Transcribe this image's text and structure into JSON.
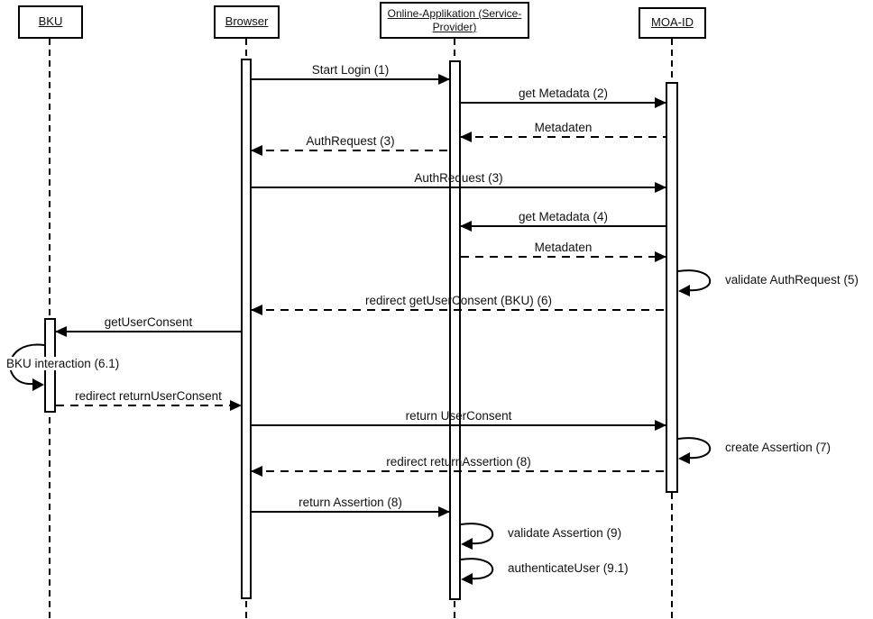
{
  "diagram": {
    "type": "uml-sequence-diagram",
    "background_color": "#ffffff",
    "line_color": "#000000",
    "actors": [
      {
        "id": "bku",
        "label": "BKU"
      },
      {
        "id": "browser",
        "label": "Browser"
      },
      {
        "id": "online-applikation",
        "label": "Online-Applikation (Service-Provider)"
      },
      {
        "id": "moa-id",
        "label": "MOA-ID"
      }
    ],
    "messages": [
      {
        "label": "Start Login (1)",
        "from": "Browser",
        "to": "Online-Applikation (Service-Provider)",
        "line": "solid"
      },
      {
        "label": "get Metadata (2)",
        "from": "Online-Applikation (Service-Provider)",
        "to": "MOA-ID",
        "line": "solid"
      },
      {
        "label": "Metadaten",
        "from": "MOA-ID",
        "to": "Online-Applikation (Service-Provider)",
        "line": "dashed"
      },
      {
        "label": "AuthRequest (3)",
        "from": "Online-Applikation (Service-Provider)",
        "to": "Browser",
        "line": "dashed"
      },
      {
        "label": "AuthRequest (3)",
        "from": "Browser",
        "to": "MOA-ID",
        "line": "solid"
      },
      {
        "label": "get Metadata (4)",
        "from": "MOA-ID",
        "to": "Online-Applikation (Service-Provider)",
        "line": "solid"
      },
      {
        "label": "Metadaten",
        "from": "Online-Applikation (Service-Provider)",
        "to": "MOA-ID",
        "line": "dashed"
      },
      {
        "label": "validate AuthRequest (5)",
        "from": "MOA-ID",
        "to": "MOA-ID",
        "line": "self"
      },
      {
        "label": "redirect getUserConsent (BKU) (6)",
        "from": "MOA-ID",
        "to": "Browser",
        "line": "dashed"
      },
      {
        "label": "getUserConsent",
        "from": "Browser",
        "to": "BKU",
        "line": "solid"
      },
      {
        "label": "BKU interaction (6.1)",
        "from": "BKU",
        "to": "BKU",
        "line": "self"
      },
      {
        "label": "redirect returnUserConsent",
        "from": "BKU",
        "to": "Browser",
        "line": "dashed"
      },
      {
        "label": "return UserConsent",
        "from": "Browser",
        "to": "MOA-ID",
        "line": "solid"
      },
      {
        "label": "create Assertion (7)",
        "from": "MOA-ID",
        "to": "MOA-ID",
        "line": "self"
      },
      {
        "label": "redirect returnAssertion (8)",
        "from": "MOA-ID",
        "to": "Browser",
        "line": "dashed"
      },
      {
        "label": "return Assertion (8)",
        "from": "Browser",
        "to": "Online-Applikation (Service-Provider)",
        "line": "solid"
      },
      {
        "label": "validate Assertion (9)",
        "from": "Online-Applikation (Service-Provider)",
        "to": "Online-Applikation (Service-Provider)",
        "line": "self"
      },
      {
        "label": "authenticateUser (9.1)",
        "from": "Online-Applikation (Service-Provider)",
        "to": "Online-Applikation (Service-Provider)",
        "line": "self"
      }
    ]
  }
}
